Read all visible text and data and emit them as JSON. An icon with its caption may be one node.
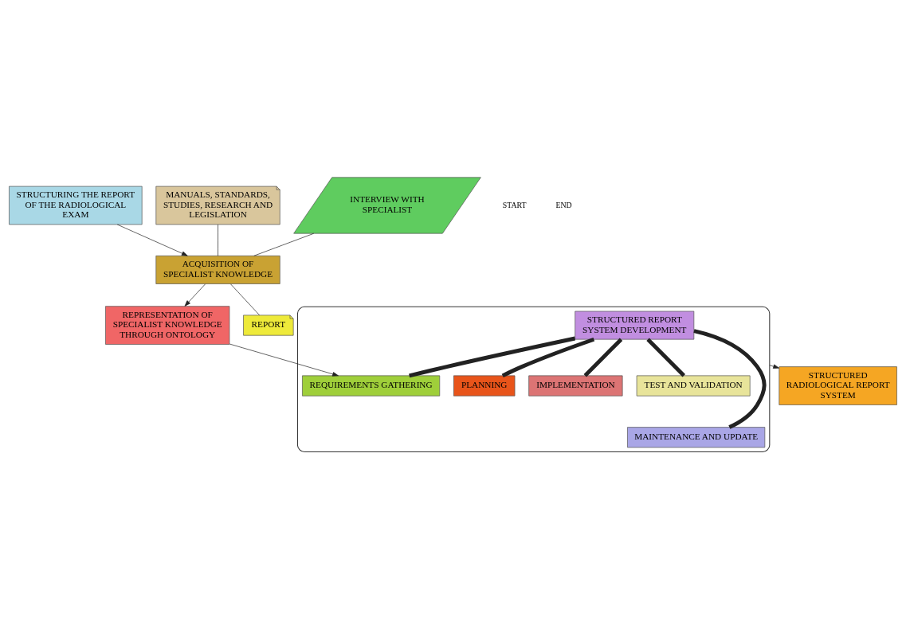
{
  "diagram": {
    "nodes": [
      {
        "text": [
          "STRUCTURING THE REPORT OF THE RADIOLOGICAL EXAM"
        ]
      },
      {
        "text": [
          "MANUALS, STANDARDS, STUDIES, RESEARCH AND LEGISLATION"
        ]
      },
      {
        "text": [
          "INTERVIEW WITH SPECIALIST"
        ]
      },
      {
        "text": [
          "REPRESENTATION OF SPECIALIST KNOWLEDGE THROUGH ONTOLOGY"
        ]
      },
      {
        "text": [
          "ACQUISITION OF SPECIALIST KNOWLEDGE"
        ]
      },
      {
        "text": [
          "REPORT"
        ]
      },
      {
        "text": [],
        "shape": "ellipse"
      },
      {
        "text": [
          "STRUCTURED REPORT SYSTEM DEVELOPMENT"
        ],
        "in": 6
      },
      {
        "text": [
          "REQUIREMENTS GATHERING"
        ],
        "in": 6
      },
      {
        "text": [
          "PLANNING"
        ],
        "in": 6
      },
      {
        "text": [
          "IMPLEMENTATION"
        ],
        "in": 6
      },
      {
        "text": [
          "TEST AND VALIDATION"
        ],
        "in": 6
      },
      {
        "text": [
          "MAINTENANCE AND UPDATE"
        ],
        "in": 6
      },
      {
        "text": [
          "STRUCTURED RADIOLOGICAL REPORT SYSTEM"
        ]
      }
    ],
    "edges": [
      {
        "from": 0,
        "to": 4,
        "arrow": "to"
      },
      {
        "from": 1,
        "to": 4,
        "arrow": "none"
      },
      {
        "from": 2,
        "to": 4,
        "arrow": "none"
      },
      {
        "from": 4,
        "to": 3,
        "arrow": "to"
      },
      {
        "from": 4,
        "to": 5,
        "arrow": "none"
      },
      {
        "from": 3,
        "to": 8,
        "arrow": "to"
      },
      {
        "from": 7,
        "to": 8,
        "arrow": "none",
        "style": "thick"
      },
      {
        "from": 7,
        "to": 9,
        "arrow": "none",
        "style": "thick"
      },
      {
        "from": 7,
        "to": 10,
        "arrow": "none",
        "style": "thick"
      },
      {
        "from": 7,
        "to": 11,
        "arrow": "none",
        "style": "thick"
      },
      {
        "from": 7,
        "to": 12,
        "arrow": "none",
        "style": "thick"
      },
      {
        "from": 6,
        "to": 13,
        "arrow": "to"
      }
    ],
    "labels": [
      "START",
      "END"
    ]
  }
}
